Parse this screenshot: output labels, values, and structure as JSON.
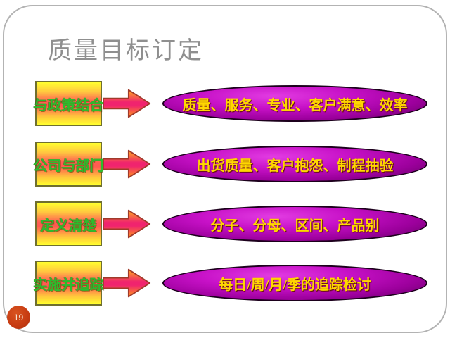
{
  "slide": {
    "title": "质量目标订定",
    "page_number": "19",
    "rows": [
      {
        "label": "与政策结合",
        "result": "质量、服务、专业、客户满意、效率"
      },
      {
        "label": "公司与部门",
        "result": "出货质量、客户抱怨、制程抽验"
      },
      {
        "label": "定义清楚",
        "result": "分子、分母、区间、产品别"
      },
      {
        "label": "实施并追踪",
        "result": "每日/周/月/季的追踪检讨"
      }
    ],
    "colors": {
      "title_gray": "#8f8f8f",
      "box_yellow": "#ffff2e",
      "box_hot_band": "#ff5a50",
      "box_label_green": "#2dbb2d",
      "arrow_orange": "#ffae1a",
      "arrow_crimson": "#f0246e",
      "oval_purple": "#9c009c",
      "oval_label_gold": "#ffd700",
      "page_badge_orange": "#c63b12",
      "border_gray": "#b3b3b3"
    }
  }
}
